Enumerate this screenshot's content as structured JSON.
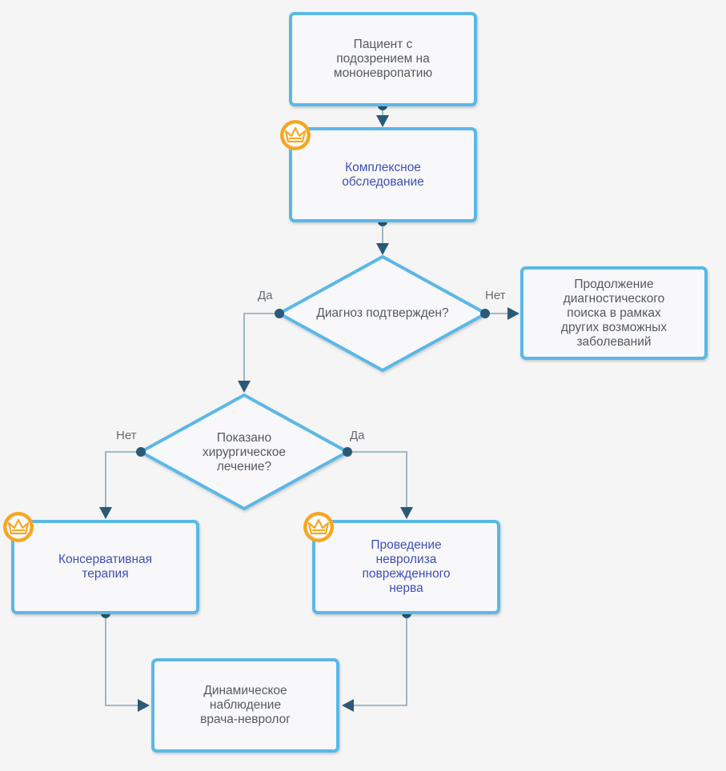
{
  "nodes": {
    "start": "Пациент с\nподозрением на\nмононевропатию",
    "exam": "Комплексное\nобследование",
    "diag_q": "Диагноз подтвержден?",
    "continue_search": "Продолжение\nдиагностического\nпоиска в рамках\nдругих возможных\nзаболеваний",
    "surgery_q": "Показано\nхирургическое\nлечение?",
    "conservative": "Консервативная\nтерапия",
    "neurolysis": "Проведение\nневролиза\nповрежденного\nнерва",
    "followup": "Динамическое\nнаблюдение\nврача-невролог"
  },
  "edge_labels": {
    "diag_yes": "Да",
    "diag_no": "Нет",
    "surgery_no": "Нет",
    "surgery_yes": "Да"
  },
  "badge_icon": "crown-badge-icon",
  "colors": {
    "border": "#5ab8e6",
    "line": "#8aa6b8",
    "arrow": "#2a5a78",
    "node_text": "#555a60",
    "link_text": "#3f4fb3",
    "badge": "#f5a623"
  }
}
